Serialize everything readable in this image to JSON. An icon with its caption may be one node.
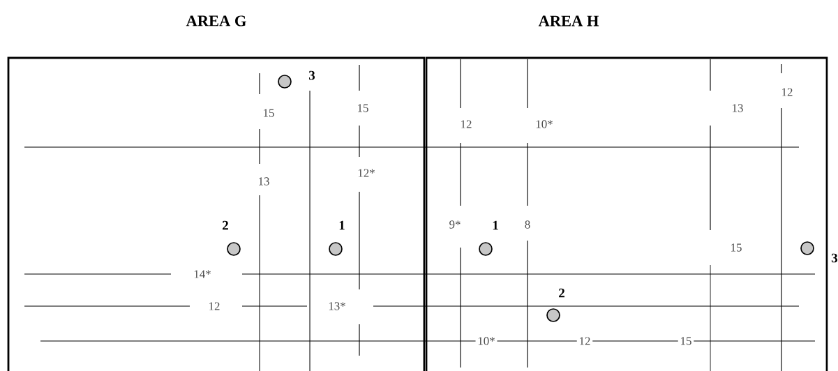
{
  "diagram": {
    "nodes": [
      {
        "text": [
          "AREA G"
        ]
      },
      {
        "text": [
          "AREA H"
        ]
      },
      {
        "text": [],
        "shape": "circle",
        "beside": [
          "3"
        ],
        "in": 0
      },
      {
        "text": [],
        "shape": "circle",
        "beside": [
          "2"
        ],
        "in": 0
      },
      {
        "text": [],
        "shape": "circle",
        "beside": [
          "1"
        ],
        "in": 0
      },
      {
        "text": [],
        "shape": "circle",
        "beside": [
          "1"
        ],
        "in": 1
      },
      {
        "text": [],
        "shape": "circle",
        "beside": [
          "3"
        ],
        "in": 1
      },
      {
        "text": [],
        "shape": "circle",
        "beside": [
          "2"
        ],
        "in": 1
      }
    ],
    "labels": [
      "15",
      "15",
      "13",
      "12*",
      "14*",
      "12",
      "13*",
      "12",
      "10*",
      "13",
      "12",
      "9*",
      "8",
      "15",
      "10*",
      "12",
      "15"
    ]
  }
}
